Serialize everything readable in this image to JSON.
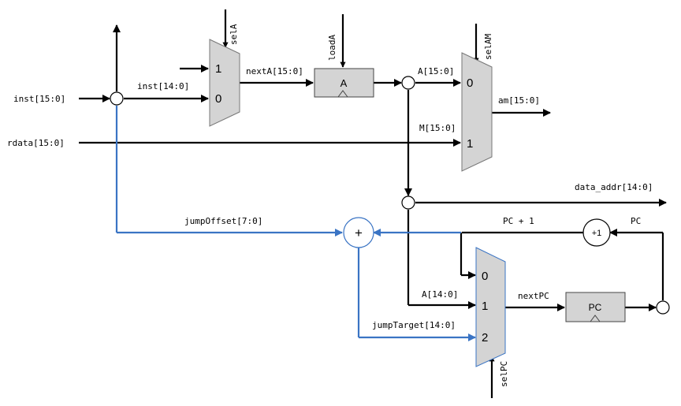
{
  "signals": {
    "inst": "inst[15:0]",
    "inst_low": "inst[14:0]",
    "rdata": "rdata[15:0]",
    "selA": "selA",
    "loadA": "loadA",
    "selAM": "selAM",
    "selPC": "selPC",
    "nextA": "nextA[15:0]",
    "A": "A[15:0]",
    "M": "M[15:0]",
    "am": "am[15:0]",
    "data_addr": "data_addr[14:0]",
    "jumpOffset": "jumpOffset[7:0]",
    "pc_plus1": "PC + 1",
    "pc": "PC",
    "A_low": "A[14:0]",
    "nextPC": "nextPC",
    "jumpTarget": "jumpTarget[14:0]"
  },
  "blocks": {
    "regA": "A",
    "regPC": "PC",
    "adder": "+",
    "incrementer": "+1"
  },
  "muxA_inputs": [
    "1",
    "0"
  ],
  "muxAM_inputs": [
    "0",
    "1"
  ],
  "muxPC_inputs": [
    "0",
    "1",
    "2"
  ],
  "colors": {
    "black_wire": "#000000",
    "blue_wire": "#3a74c4",
    "block_fill": "#d4d4d4"
  }
}
